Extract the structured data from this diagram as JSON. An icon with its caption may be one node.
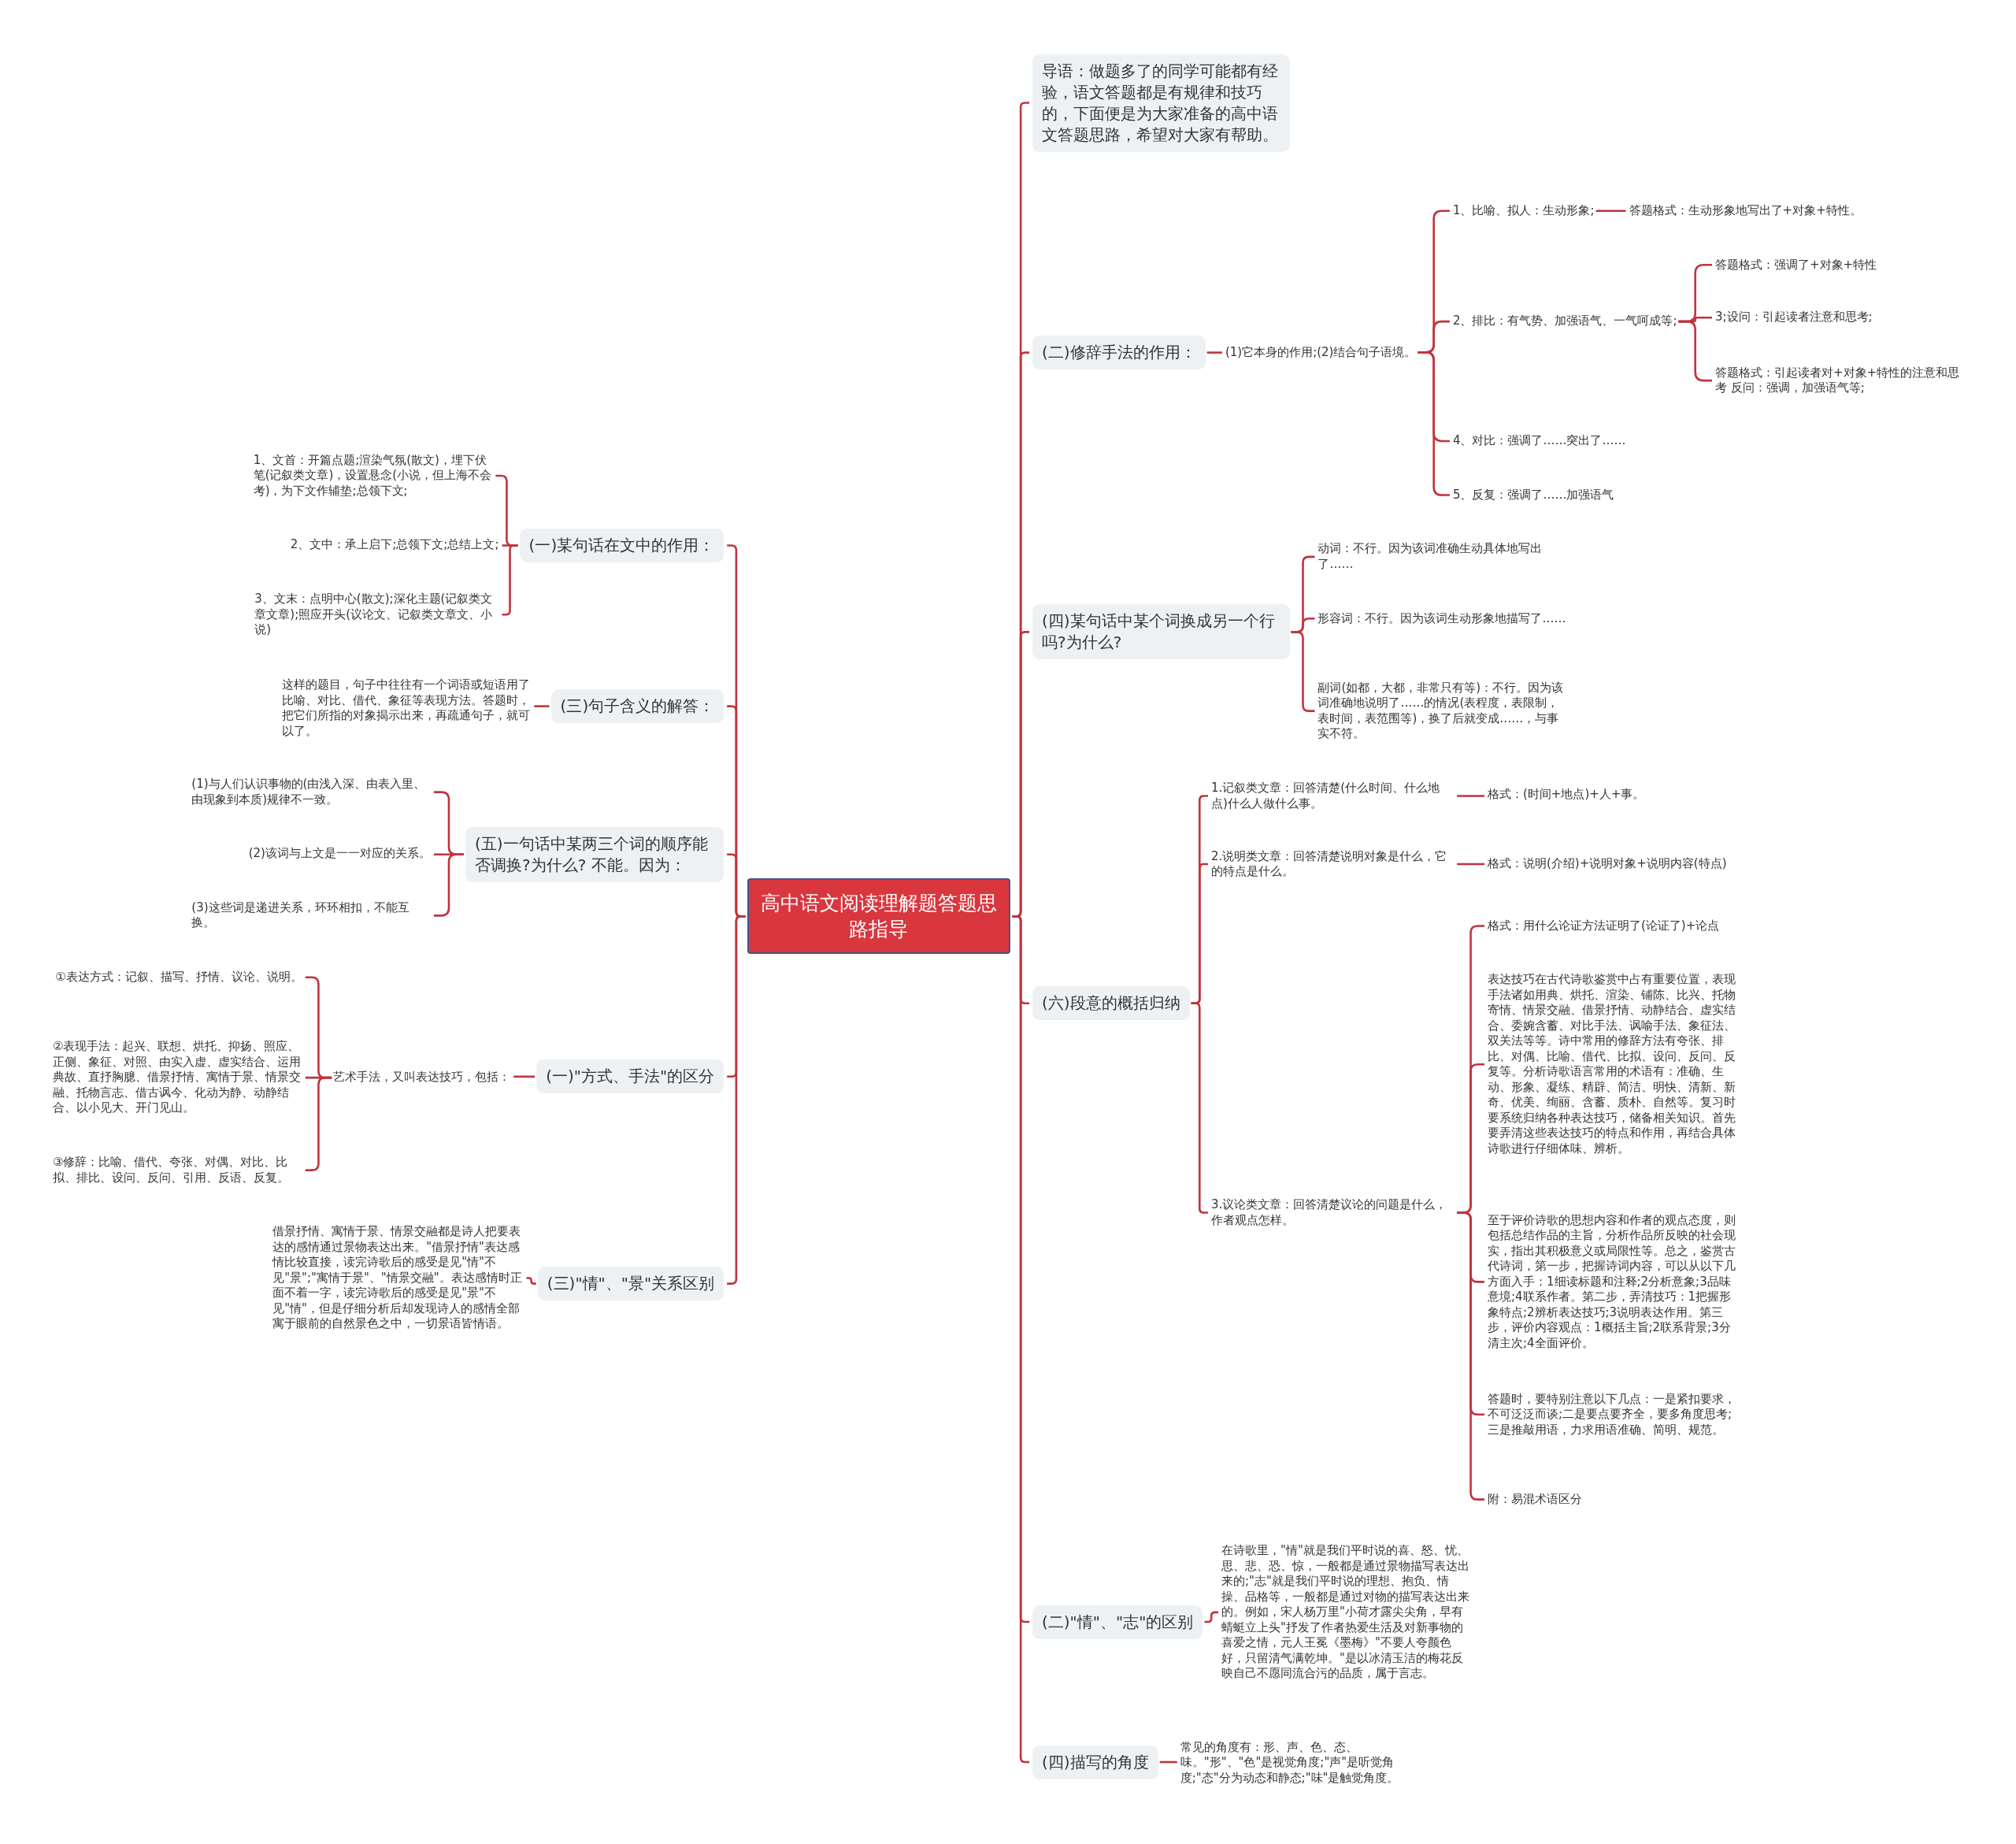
{
  "diagram": {
    "nodes": [
      {
        "text": [
          "高中语文阅读理解题答题思路指导"
        ]
      },
      {
        "text": [
          "导语：做题多了的同学可能都有经验，语文答题都是有规律和技巧的，下面便是为大家准备的高中语文答题思路，希望对大家有帮助。"
        ]
      },
      {
        "text": [
          "(二)修辞手法的作用："
        ]
      },
      {
        "text": [
          "(1)它本身的作用;(2)结合句子语境。"
        ]
      },
      {
        "text": [
          "1、比喻、拟人：生动形象;"
        ]
      },
      {
        "text": [
          "答题格式：生动形象地写出了+对象+特性。"
        ]
      },
      {
        "text": [
          "2、排比：有气势、加强语气、一气呵成等;"
        ]
      },
      {
        "text": [
          "答题格式：强调了+对象+特性"
        ]
      },
      {
        "text": [
          "3;设问：引起读者注意和思考;"
        ]
      },
      {
        "text": [
          "答题格式：引起读者对+对象+特性的注意和思考 反问：强调，加强语气等;"
        ]
      },
      {
        "text": [
          "4、对比：强调了……突出了……"
        ]
      },
      {
        "text": [
          "5、反复：强调了……加强语气"
        ]
      },
      {
        "text": [
          "(四)某句话中某个词换成另一个行吗?为什么?"
        ]
      },
      {
        "text": [
          "动词：不行。因为该词准确生动具体地写出了……"
        ]
      },
      {
        "text": [
          "形容词：不行。因为该词生动形象地描写了……"
        ]
      },
      {
        "text": [
          "副词(如都，大都，非常只有等)：不行。因为该词准确地说明了……的情况(表程度，表限制，表时间，表范围等)，换了后就变成……，与事实不符。"
        ]
      },
      {
        "text": [
          "(六)段意的概括归纳"
        ]
      },
      {
        "text": [
          "1.记叙类文章：回答清楚(什么时间、什么地点)什么人做什么事。"
        ]
      },
      {
        "text": [
          "格式：(时间+地点)+人+事。"
        ]
      },
      {
        "text": [
          "2.说明类文章：回答清楚说明对象是什么，它的特点是什么。"
        ]
      },
      {
        "text": [
          "格式：说明(介绍)+说明对象+说明内容(特点)"
        ]
      },
      {
        "text": [
          "3.议论类文章：回答清楚议论的问题是什么，作者观点怎样。"
        ]
      },
      {
        "text": [
          "格式：用什么论证方法证明了(论证了)+论点"
        ]
      },
      {
        "text": [
          "表达技巧在古代诗歌鉴赏中占有重要位置，表现手法诸如用典、烘托、渲染、铺陈、比兴、托物寄情、情景交融、借景抒情、动静结合、虚实结合、委婉含蓄、对比手法、讽喻手法、象征法、双关法等等。诗中常用的修辞方法有夸张、排比、对偶、比喻、借代、比拟、设问、反问、反复等。分析诗歌语言常用的术语有：准确、生动、形象、凝练、精辟、简洁、明快、清新、新奇、优美、绚丽、含蓄、质朴、自然等。复习时要系统归纳各种表达技巧，储备相关知识。首先要弄清这些表达技巧的特点和作用，再结合具体诗歌进行仔细体味、辨析。"
        ]
      },
      {
        "text": [
          "至于评价诗歌的思想内容和作者的观点态度，则包括总结作品的主旨，分析作品所反映的社会现实，指出其积极意义或局限性等。总之，鉴赏古代诗词，第一步，把握诗词内容，可以从以下几方面入手：1细读标题和注释;2分析意象;3品味意境;4联系作者。第二步，弄清技巧：1把握形象特点;2辨析表达技巧;3说明表达作用。第三步，评价内容观点：1概括主旨;2联系背景;3分清主次;4全面评价。"
        ]
      },
      {
        "text": [
          "答题时，要特别注意以下几点：一是紧扣要求，不可泛泛而谈;二是要点要齐全，要多角度思考;三是推敲用语，力求用语准确、简明、规范。"
        ]
      },
      {
        "text": [
          "附：易混术语区分"
        ]
      },
      {
        "text": [
          "(二)\"情\"、\"志\"的区别"
        ]
      },
      {
        "text": [
          "在诗歌里，\"情\"就是我们平时说的喜、怒、忧、思、悲、恐、惊，一般都是通过景物描写表达出来的;\"志\"就是我们平时说的理想、抱负、情操、品格等，一般都是通过对物的描写表达出来的。例如，宋人杨万里\"小荷才露尖尖角，早有蜻蜓立上头\"抒发了作者热爱生活及对新事物的喜爱之情，元人王冕《墨梅》\"不要人夸颜色好，只留清气满乾坤。\"是以冰清玉洁的梅花反映自己不愿同流合污的品质，属于言志。"
        ]
      },
      {
        "text": [
          "(四)描写的角度"
        ]
      },
      {
        "text": [
          "常见的角度有：形、声、色、态、味。\"形\"、\"色\"是视觉角度;\"声\"是听觉角度;\"态\"分为动态和静态;\"味\"是触觉角度。"
        ]
      },
      {
        "text": [
          "(一)某句话在文中的作用："
        ]
      },
      {
        "text": [
          "1、文首：开篇点题;渲染气氛(散文)，埋下伏笔(记叙类文章)，设置悬念(小说，但上海不会考)，为下文作辅垫;总领下文;"
        ]
      },
      {
        "text": [
          "2、文中：承上启下;总领下文;总结上文;"
        ]
      },
      {
        "text": [
          "3、文末：点明中心(散文);深化主题(记叙类文章文章);照应开头(议论文、记叙类文章文、小说)"
        ]
      },
      {
        "text": [
          "(三)句子含义的解答："
        ]
      },
      {
        "text": [
          "这样的题目，句子中往往有一个词语或短语用了比喻、对比、借代、象征等表现方法。答题时，把它们所指的对象揭示出来，再疏通句子，就可以了。"
        ]
      },
      {
        "text": [
          "(五)一句话中某两三个词的顺序能否调换?为什么? 不能。因为："
        ]
      },
      {
        "text": [
          "(1)与人们认识事物的(由浅入深、由表入里、由现象到本质)规律不一致。"
        ]
      },
      {
        "text": [
          "(2)该词与上文是一一对应的关系。"
        ]
      },
      {
        "text": [
          "(3)这些词是递进关系，环环相扣，不能互换。"
        ]
      },
      {
        "text": [
          "(一)\"方式、手法\"的区分"
        ]
      },
      {
        "text": [
          "艺术手法，又叫表达技巧，包括："
        ]
      },
      {
        "text": [
          "①表达方式：记叙、描写、抒情、议论、说明。"
        ]
      },
      {
        "text": [
          "②表现手法：起兴、联想、烘托、抑扬、照应、正侧、象征、对照、由实入虚、虚实结合、运用典故、直抒胸臆、借景抒情、寓情于景、情景交融、托物言志、借古讽今、化动为静、动静结合、以小见大、开门见山。"
        ]
      },
      {
        "text": [
          "③修辞：比喻、借代、夸张、对偶、对比、比拟、排比、设问、反问、引用、反语、反复。"
        ]
      },
      {
        "text": [
          "(三)\"情\"、\"景\"关系区别"
        ]
      },
      {
        "text": [
          "借景抒情、寓情于景、情景交融都是诗人把要表达的感情通过景物表达出来。\"借景抒情\"表达感情比较直接，读完诗歌后的感受是见\"情\"不见\"景\";\"寓情于景\"、\"情景交融\"。表达感情时正面不着一字，读完诗歌后的感受是见\"景\"不见\"情\"，但是仔细分析后却发现诗人的感情全部寓于眼前的自然景色之中，一切景语皆情语。"
        ]
      }
    ],
    "edges": [
      {
        "from": 0,
        "to": 1,
        "arrow": "none"
      },
      {
        "from": 0,
        "to": 2,
        "arrow": "none"
      },
      {
        "from": 2,
        "to": 3,
        "arrow": "none"
      },
      {
        "from": 3,
        "to": 4,
        "arrow": "none"
      },
      {
        "from": 4,
        "to": 5,
        "arrow": "none"
      },
      {
        "from": 3,
        "to": 6,
        "arrow": "none"
      },
      {
        "from": 6,
        "to": 7,
        "arrow": "none"
      },
      {
        "from": 6,
        "to": 8,
        "arrow": "none"
      },
      {
        "from": 6,
        "to": 9,
        "arrow": "none"
      },
      {
        "from": 3,
        "to": 10,
        "arrow": "none"
      },
      {
        "from": 3,
        "to": 11,
        "arrow": "none"
      },
      {
        "from": 0,
        "to": 12,
        "arrow": "none"
      },
      {
        "from": 12,
        "to": 13,
        "arrow": "none"
      },
      {
        "from": 12,
        "to": 14,
        "arrow": "none"
      },
      {
        "from": 12,
        "to": 15,
        "arrow": "none"
      },
      {
        "from": 0,
        "to": 16,
        "arrow": "none"
      },
      {
        "from": 16,
        "to": 17,
        "arrow": "none"
      },
      {
        "from": 17,
        "to": 18,
        "arrow": "none"
      },
      {
        "from": 16,
        "to": 19,
        "arrow": "none"
      },
      {
        "from": 19,
        "to": 20,
        "arrow": "none"
      },
      {
        "from": 16,
        "to": 21,
        "arrow": "none"
      },
      {
        "from": 21,
        "to": 22,
        "arrow": "none"
      },
      {
        "from": 21,
        "to": 23,
        "arrow": "none"
      },
      {
        "from": 21,
        "to": 24,
        "arrow": "none"
      },
      {
        "from": 21,
        "to": 25,
        "arrow": "none"
      },
      {
        "from": 21,
        "to": 26,
        "arrow": "none"
      },
      {
        "from": 0,
        "to": 27,
        "arrow": "none"
      },
      {
        "from": 27,
        "to": 28,
        "arrow": "none"
      },
      {
        "from": 0,
        "to": 29,
        "arrow": "none"
      },
      {
        "from": 29,
        "to": 30,
        "arrow": "none"
      },
      {
        "from": 0,
        "to": 31,
        "arrow": "none"
      },
      {
        "from": 31,
        "to": 32,
        "arrow": "none"
      },
      {
        "from": 31,
        "to": 33,
        "arrow": "none"
      },
      {
        "from": 31,
        "to": 34,
        "arrow": "none"
      },
      {
        "from": 0,
        "to": 35,
        "arrow": "none"
      },
      {
        "from": 35,
        "to": 36,
        "arrow": "none"
      },
      {
        "from": 0,
        "to": 37,
        "arrow": "none"
      },
      {
        "from": 37,
        "to": 38,
        "arrow": "none"
      },
      {
        "from": 37,
        "to": 39,
        "arrow": "none"
      },
      {
        "from": 37,
        "to": 40,
        "arrow": "none"
      },
      {
        "from": 0,
        "to": 41,
        "arrow": "none"
      },
      {
        "from": 41,
        "to": 42,
        "arrow": "none"
      },
      {
        "from": 42,
        "to": 43,
        "arrow": "none"
      },
      {
        "from": 42,
        "to": 44,
        "arrow": "none"
      },
      {
        "from": 42,
        "to": 45,
        "arrow": "none"
      },
      {
        "from": 0,
        "to": 46,
        "arrow": "none"
      },
      {
        "from": 46,
        "to": 47,
        "arrow": "none"
      }
    ]
  }
}
